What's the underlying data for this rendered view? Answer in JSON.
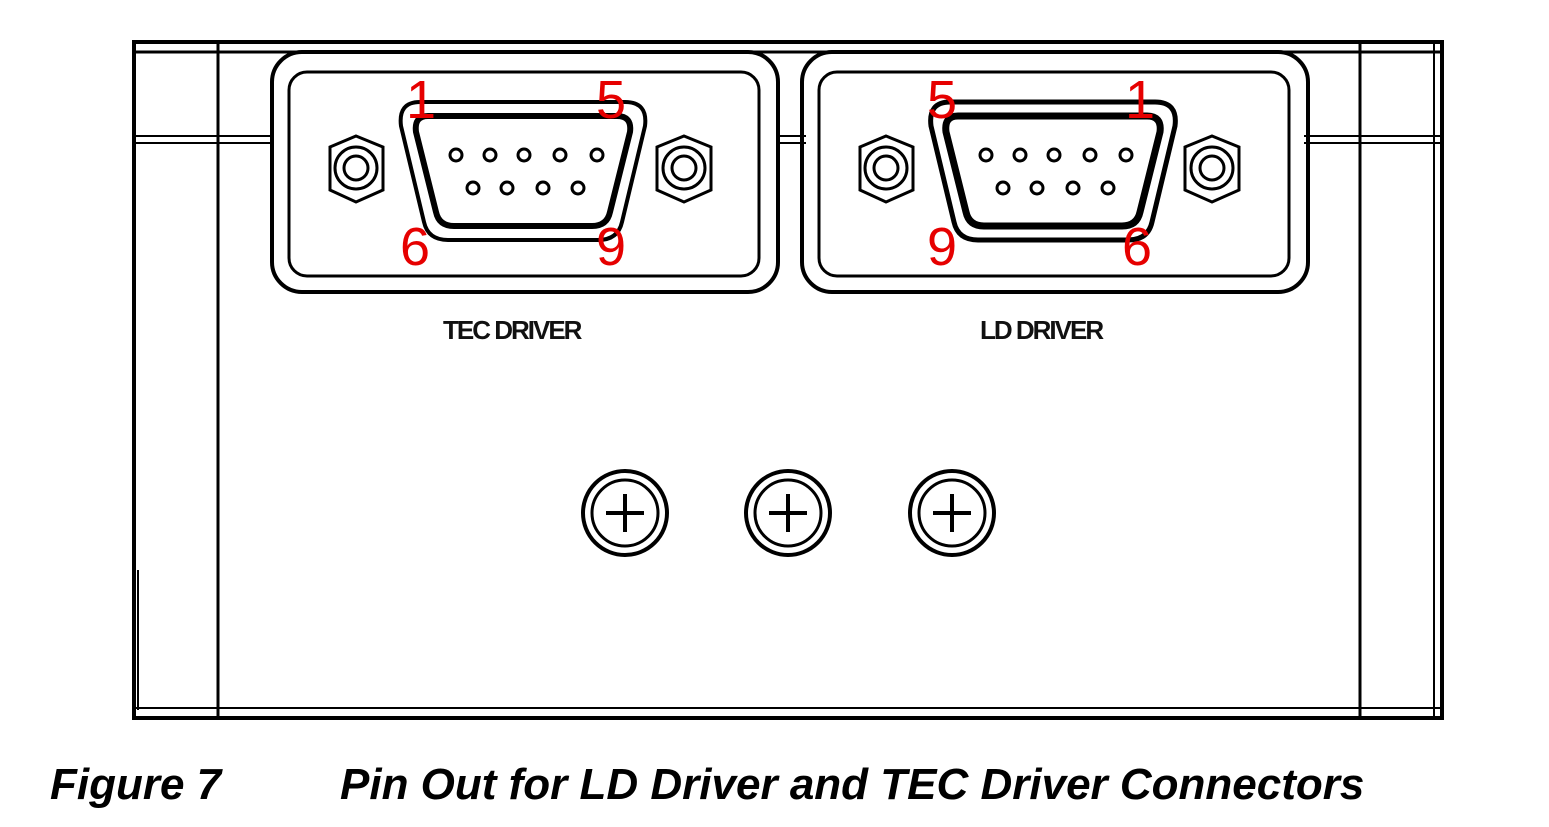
{
  "caption": {
    "figure_number": "Figure 7",
    "title": "Pin Out for LD Driver and TEC Driver Connectors"
  },
  "connectors": [
    {
      "name": "TEC DRIVER",
      "pin_labels": {
        "top_left": "1",
        "top_right": "5",
        "bottom_left": "6",
        "bottom_right": "9"
      }
    },
    {
      "name": "LD DRIVER",
      "pin_labels": {
        "top_left": "5",
        "top_right": "1",
        "bottom_left": "9",
        "bottom_right": "6"
      }
    }
  ],
  "colors": {
    "pin_label": "#e60000",
    "line": "#000000"
  },
  "screws": [
    "phillips-screw",
    "phillips-screw",
    "phillips-screw"
  ]
}
